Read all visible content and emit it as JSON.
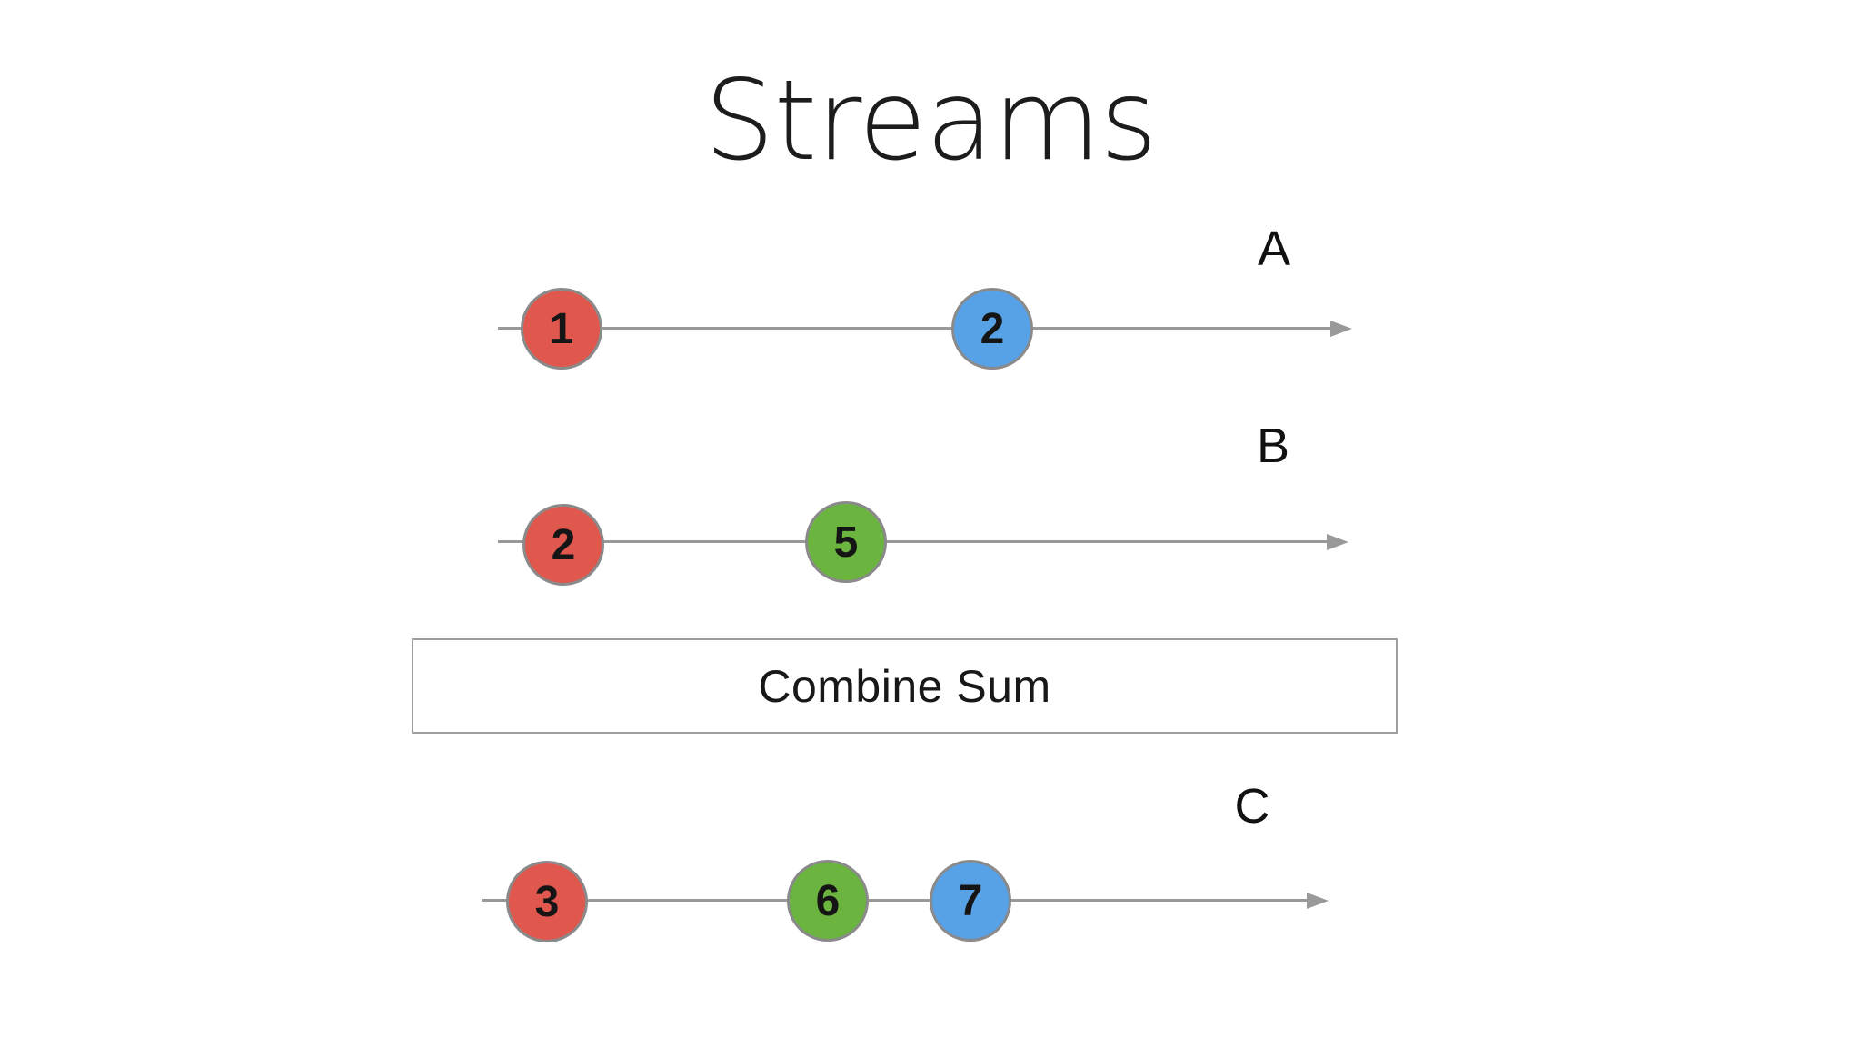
{
  "title": "Streams",
  "diagram": {
    "streams": [
      {
        "label": "A",
        "events": [
          {
            "value": "1",
            "color_name": "red"
          },
          {
            "value": "2",
            "color_name": "blue"
          }
        ]
      },
      {
        "label": "B",
        "events": [
          {
            "value": "2",
            "color_name": "red"
          },
          {
            "value": "5",
            "color_name": "green"
          }
        ]
      },
      {
        "label": "C",
        "events": [
          {
            "value": "3",
            "color_name": "red"
          },
          {
            "value": "6",
            "color_name": "green"
          },
          {
            "value": "7",
            "color_name": "blue"
          }
        ]
      }
    ],
    "operator": {
      "label": "Combine Sum"
    }
  },
  "colors": {
    "red": "#e0574e",
    "green": "#6cb440",
    "blue": "#57a1e6",
    "line": "#999999",
    "circle_border": "#8a8a8a",
    "box_border": "#9e9e9e"
  }
}
